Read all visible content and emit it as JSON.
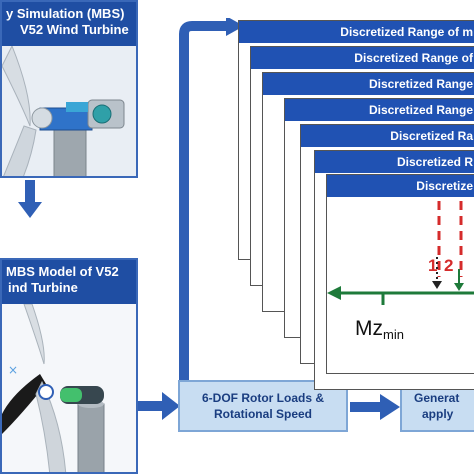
{
  "panel1": {
    "line1": "y Simulation (MBS)",
    "line2": "V52 Wind Turbine"
  },
  "panel2": {
    "line1": "MBS Model of V52",
    "line2": "ind Turbine"
  },
  "stack_headers": [
    "Discretized Range of m",
    "Discretized Range of",
    "Discretized Range",
    "Discretized Range",
    "Discretized Ra",
    "Discretized R",
    "Discretize"
  ],
  "rotor_box": {
    "line1": "6-DOF Rotor Loads &",
    "line2": "Rotational Speed"
  },
  "gen_box": {
    "line1": "Generat",
    "line2": "apply"
  },
  "plot": {
    "label_1": "1",
    "label_2": "2",
    "mz_label": "Mz",
    "mz_sub": "min"
  },
  "colors": {
    "header_blue": "#1f4ea3",
    "arrow_blue": "#2f5fb5",
    "red_dash": "#d52b2b",
    "green": "#1e7a3a"
  }
}
